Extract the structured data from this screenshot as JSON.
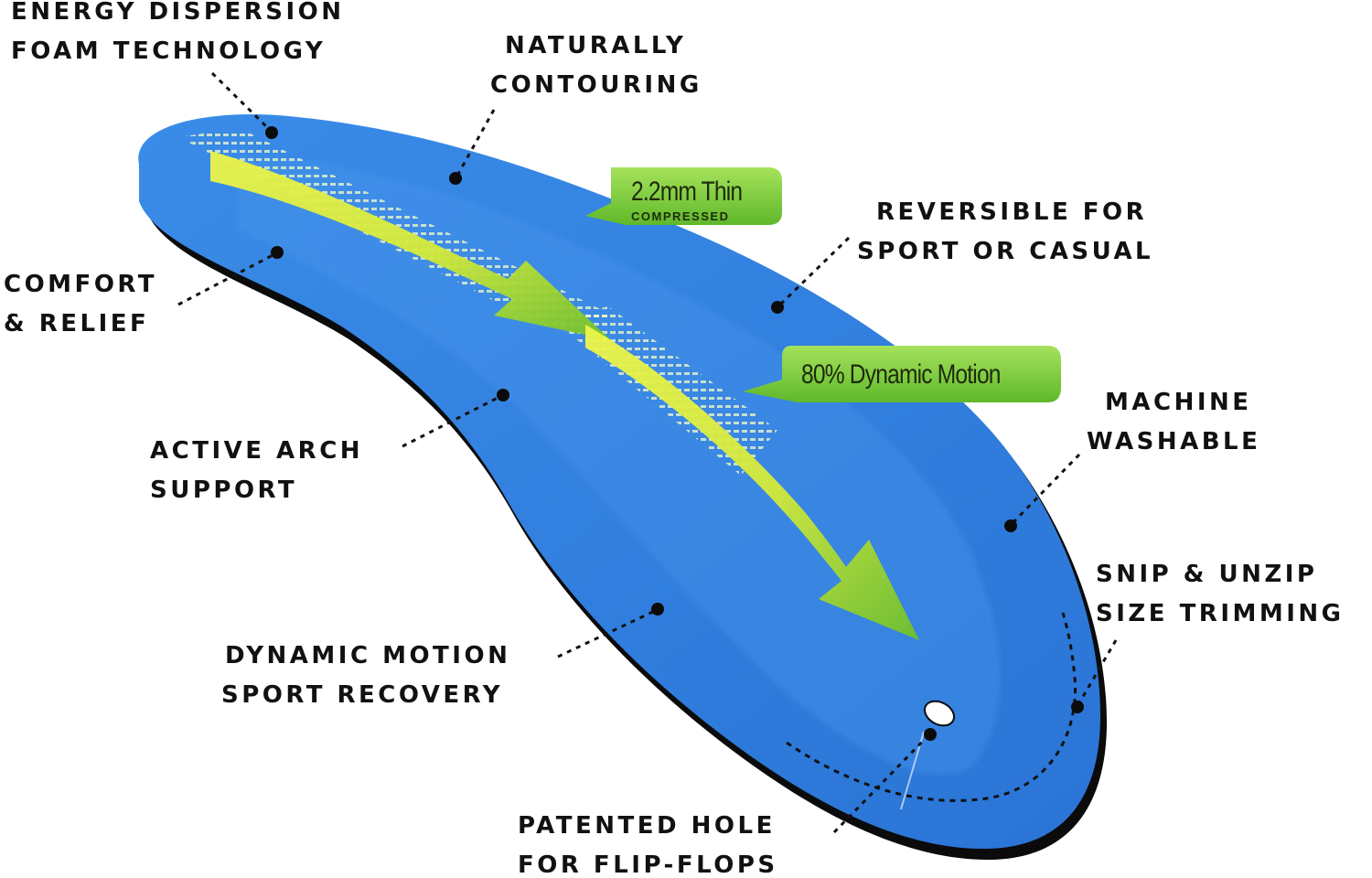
{
  "colors": {
    "insole_blue": "#2f7fe0",
    "insole_edge": "#1d5fb8",
    "sole_shadow": "#0b0b0b",
    "arrow_yellow": "#e7f23a",
    "arrow_green": "#7cc62c",
    "badge_green": "#7ed03a",
    "leader_line": "#111111"
  },
  "badges": {
    "thin": {
      "main": "2.2mm Thin",
      "sub": "COMPRESSED"
    },
    "motion": {
      "main": "80% Dynamic Motion"
    }
  },
  "callouts": {
    "energy": {
      "line1": "ENERGY DISPERSION",
      "line2": "FOAM TECHNOLOGY"
    },
    "contour": {
      "line1": "NATURALLY",
      "line2": "CONTOURING"
    },
    "reversible": {
      "line1": "REVERSIBLE FOR",
      "line2": "SPORT OR CASUAL"
    },
    "comfort": {
      "line1": "COMFORT",
      "line2": "& RELIEF"
    },
    "arch": {
      "line1": "ACTIVE ARCH",
      "line2": "SUPPORT"
    },
    "washable": {
      "line1": "MACHINE",
      "line2": "WASHABLE"
    },
    "trim": {
      "line1": "SNIP & UNZIP",
      "line2": "SIZE TRIMMING"
    },
    "recovery": {
      "line1": "DYNAMIC MOTION",
      "line2": "SPORT RECOVERY"
    },
    "hole": {
      "line1": "PATENTED HOLE",
      "line2": "FOR FLIP-FLOPS"
    }
  }
}
